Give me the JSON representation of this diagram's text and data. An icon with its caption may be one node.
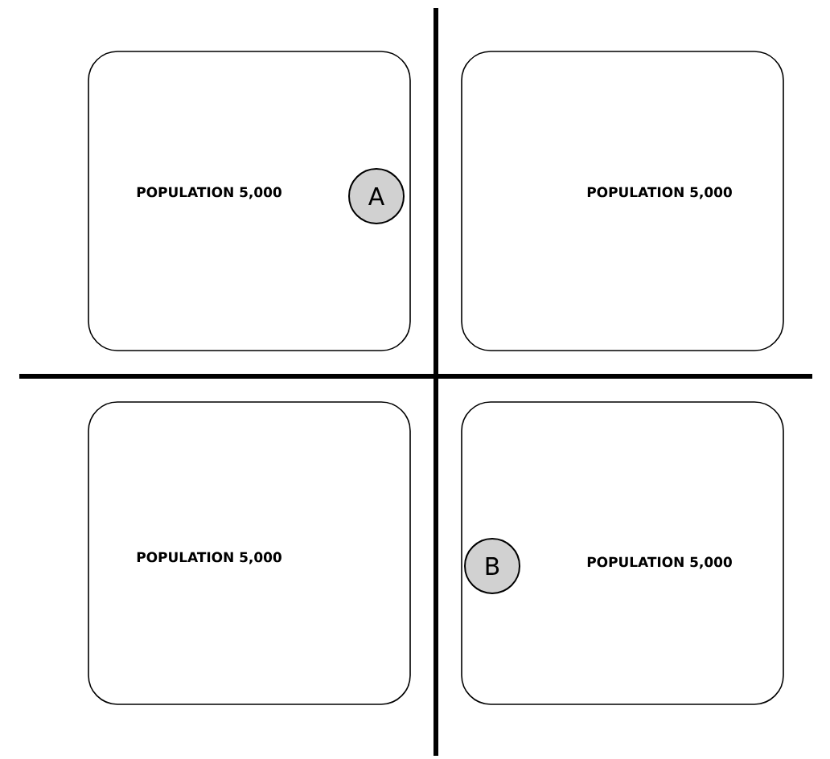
{
  "diagram": {
    "nodes": [
      {
        "text": [
          "POPULATION 5,000"
        ]
      },
      {
        "text": [
          "A"
        ],
        "in": 0
      },
      {
        "text": [
          "POPULATION 5,000"
        ]
      },
      {
        "text": [
          "POPULATION 5,000"
        ]
      },
      {
        "text": [
          "B"
        ],
        "in": 5
      },
      {
        "text": [
          "POPULATION 5,000"
        ]
      }
    ]
  }
}
